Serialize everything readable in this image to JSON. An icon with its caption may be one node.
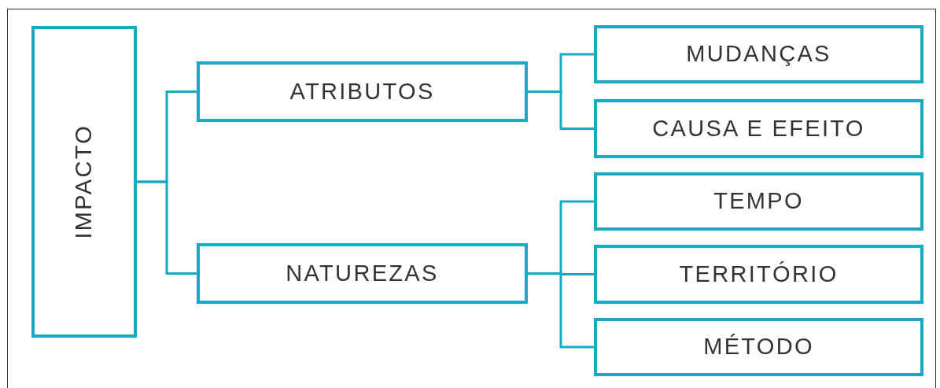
{
  "diagram": {
    "nodes": [
      {
        "text": [
          "IMPACTO"
        ]
      },
      {
        "text": [
          "ATRIBUTOS"
        ]
      },
      {
        "text": [
          "NATUREZAS"
        ]
      },
      {
        "text": [
          "MUDANÇAS"
        ]
      },
      {
        "text": [
          "CAUSA E EFEITO"
        ]
      },
      {
        "text": [
          "TEMPO"
        ]
      },
      {
        "text": [
          "TERRITÓRIO"
        ]
      },
      {
        "text": [
          "MÉTODO"
        ]
      }
    ],
    "edges": [
      {
        "from": 0,
        "to": 1,
        "arrow": "none"
      },
      {
        "from": 0,
        "to": 2,
        "arrow": "none"
      },
      {
        "from": 1,
        "to": 3,
        "arrow": "none"
      },
      {
        "from": 1,
        "to": 4,
        "arrow": "none"
      },
      {
        "from": 2,
        "to": 5,
        "arrow": "none"
      },
      {
        "from": 2,
        "to": 6,
        "arrow": "none"
      },
      {
        "from": 2,
        "to": 7,
        "arrow": "none"
      }
    ]
  }
}
